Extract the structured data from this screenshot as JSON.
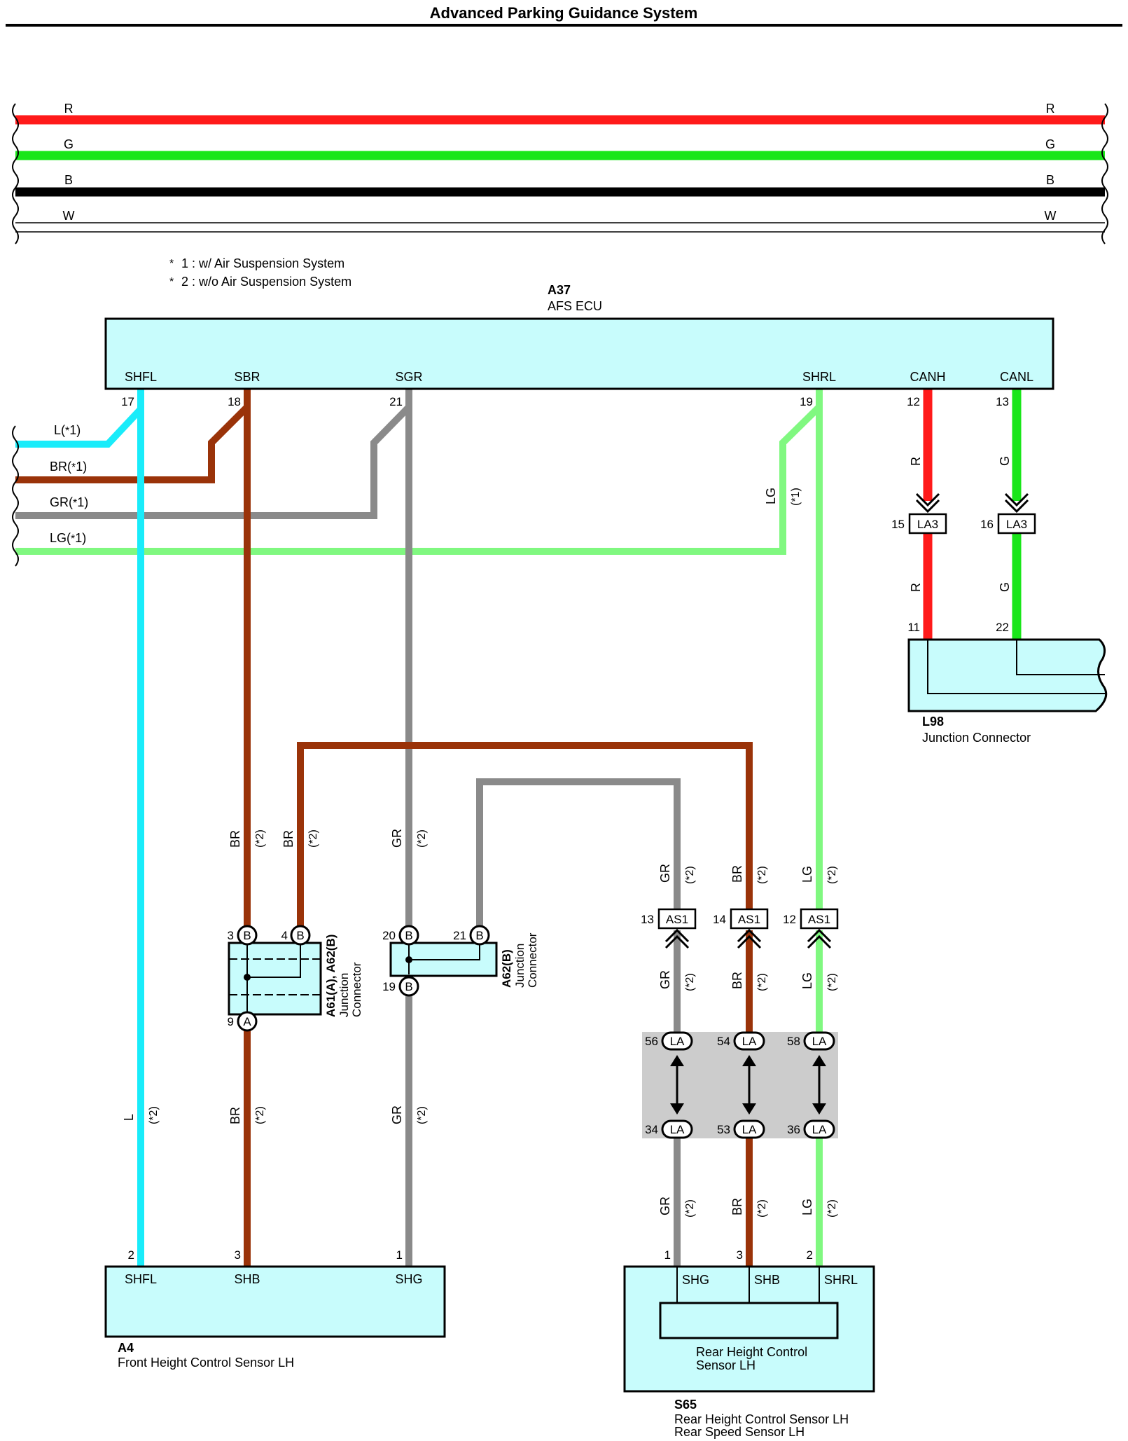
{
  "title": "Advanced Parking Guidance System",
  "colors": {
    "R": "#ff1a1a",
    "G": "#19e619",
    "B": "#000000",
    "W": "#ffffff",
    "L": "#19ecfa",
    "BR": "#9a3309",
    "GR": "#8a8a8a",
    "LG": "#80f880",
    "component_fill": "#c8fcfc",
    "splice_fill": "#cccccc"
  },
  "bus": {
    "lines": [
      {
        "code": "R",
        "left_label": "R",
        "right_label": "R"
      },
      {
        "code": "G",
        "left_label": "G",
        "right_label": "G"
      },
      {
        "code": "B",
        "left_label": "B",
        "right_label": "B"
      },
      {
        "code": "W",
        "left_label": "W",
        "right_label": "W"
      }
    ]
  },
  "notes": [
    {
      "mark": "*",
      "text": "1 : w/ Air Suspension System"
    },
    {
      "mark": "*",
      "text": "2 : w/o Air Suspension System"
    }
  ],
  "ecu": {
    "code": "A37",
    "name": "AFS ECU",
    "terminals": [
      {
        "name": "SHFL",
        "pin": "17"
      },
      {
        "name": "SBR",
        "pin": "18"
      },
      {
        "name": "SGR",
        "pin": "21"
      },
      {
        "name": "SHRL",
        "pin": "19"
      },
      {
        "name": "CANH",
        "pin": "12"
      },
      {
        "name": "CANL",
        "pin": "13"
      }
    ]
  },
  "left_branches": [
    {
      "label": "L(",
      "note": "*",
      "suffix": "1)"
    },
    {
      "label": "BR(",
      "note": "*",
      "suffix": "1)"
    },
    {
      "label": "GR(",
      "note": "*",
      "suffix": "1)"
    },
    {
      "label": "LG(",
      "note": "*",
      "suffix": "1)"
    }
  ],
  "lg_upper": {
    "color": "LG",
    "note": "(*1)"
  },
  "can": {
    "connector": "LA3",
    "wires": [
      {
        "color": "R",
        "pin": "15",
        "lower_color": "R",
        "end_pin": "11"
      },
      {
        "color": "G",
        "pin": "16",
        "lower_color": "G",
        "end_pin": "22"
      }
    ],
    "junction": {
      "code": "L98",
      "name": "Junction Connector"
    }
  },
  "wire_tags": {
    "L": "L",
    "BR": "BR",
    "GR": "GR",
    "LG": "LG",
    "note2": "(*2)"
  },
  "junction_a61": {
    "code": "A61(A), A62(B)",
    "name_line1": "Junction",
    "name_line2": "Connector",
    "pins": [
      {
        "pin": "3",
        "letter": "B"
      },
      {
        "pin": "4",
        "letter": "B"
      },
      {
        "pin": "9",
        "letter": "A"
      }
    ]
  },
  "junction_a62": {
    "code": "A62(B)",
    "name_line1": "Junction",
    "name_line2": "Connector",
    "pins": [
      {
        "pin": "20",
        "letter": "B"
      },
      {
        "pin": "21",
        "letter": "B"
      },
      {
        "pin": "19",
        "letter": "B"
      }
    ]
  },
  "as1": {
    "connector": "AS1",
    "pins": [
      {
        "color": "GR",
        "pin": "13"
      },
      {
        "color": "BR",
        "pin": "14"
      },
      {
        "color": "LG",
        "pin": "12"
      }
    ]
  },
  "la": {
    "connector": "LA",
    "upper": [
      "56",
      "54",
      "58"
    ],
    "lower": [
      "34",
      "53",
      "36"
    ]
  },
  "front_sensor": {
    "code": "A4",
    "name": "Front Height Control Sensor LH",
    "terminals": [
      {
        "name": "SHFL",
        "pin": "2"
      },
      {
        "name": "SHB",
        "pin": "3"
      },
      {
        "name": "SHG",
        "pin": "1"
      }
    ]
  },
  "rear_sensor": {
    "code": "S65",
    "name_line1": "Rear Height Control Sensor LH",
    "name_line2": "Rear Speed Sensor LH",
    "inner_line1": "Rear Height Control",
    "inner_line2": "Sensor LH",
    "terminals": [
      {
        "name": "SHG",
        "pin": "1"
      },
      {
        "name": "SHB",
        "pin": "3"
      },
      {
        "name": "SHRL",
        "pin": "2"
      }
    ]
  }
}
